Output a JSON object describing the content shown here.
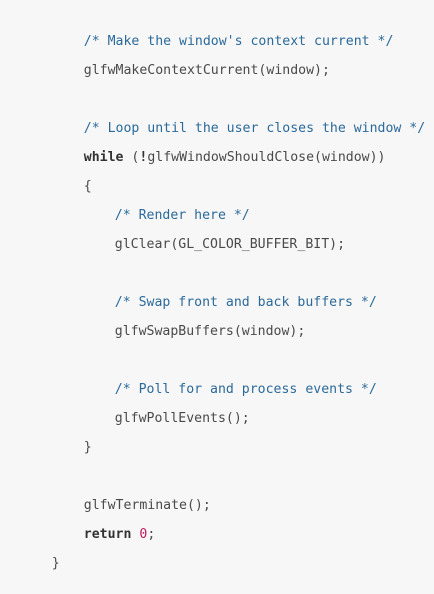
{
  "code": {
    "lines": [
      {
        "segments": [
          {
            "type": "comment",
            "text": "/* Make the window's context current */"
          }
        ]
      },
      {
        "segments": [
          {
            "type": "code",
            "text": "glfwMakeContextCurrent(window);"
          }
        ]
      },
      {
        "segments": [
          {
            "type": "comment",
            "text": "/* Loop until the user closes the window */"
          }
        ]
      },
      {
        "segments": [
          {
            "type": "keyword",
            "text": "while"
          },
          {
            "type": "code",
            "text": " ("
          },
          {
            "type": "keyword",
            "text": "!"
          },
          {
            "type": "code",
            "text": "glfwWindowShouldClose(window))"
          }
        ]
      },
      {
        "segments": [
          {
            "type": "code",
            "text": "{"
          }
        ]
      },
      {
        "segments": [
          {
            "type": "comment",
            "text": "/* Render here */"
          }
        ]
      },
      {
        "segments": [
          {
            "type": "code",
            "text": "glClear(GL_COLOR_BUFFER_BIT);"
          }
        ]
      },
      {
        "segments": [
          {
            "type": "comment",
            "text": "/* Swap front and back buffers */"
          }
        ]
      },
      {
        "segments": [
          {
            "type": "code",
            "text": "glfwSwapBuffers(window);"
          }
        ]
      },
      {
        "segments": [
          {
            "type": "comment",
            "text": "/* Poll for and process events */"
          }
        ]
      },
      {
        "segments": [
          {
            "type": "code",
            "text": "glfwPollEvents();"
          }
        ]
      },
      {
        "segments": [
          {
            "type": "code",
            "text": "}"
          }
        ]
      },
      {
        "segments": [
          {
            "type": "code",
            "text": "glfwTerminate();"
          }
        ]
      },
      {
        "segments": [
          {
            "type": "keyword",
            "text": "return"
          },
          {
            "type": "code",
            "text": " "
          },
          {
            "type": "number",
            "text": "0"
          },
          {
            "type": "code",
            "text": ";"
          }
        ]
      },
      {
        "segments": [
          {
            "type": "code",
            "text": "}"
          }
        ]
      }
    ]
  },
  "colors": {
    "background": "#f7f7f7",
    "comment": "#2b6a9a",
    "text": "#4a4a4a",
    "keyword": "#333333",
    "number": "#c2185b"
  }
}
